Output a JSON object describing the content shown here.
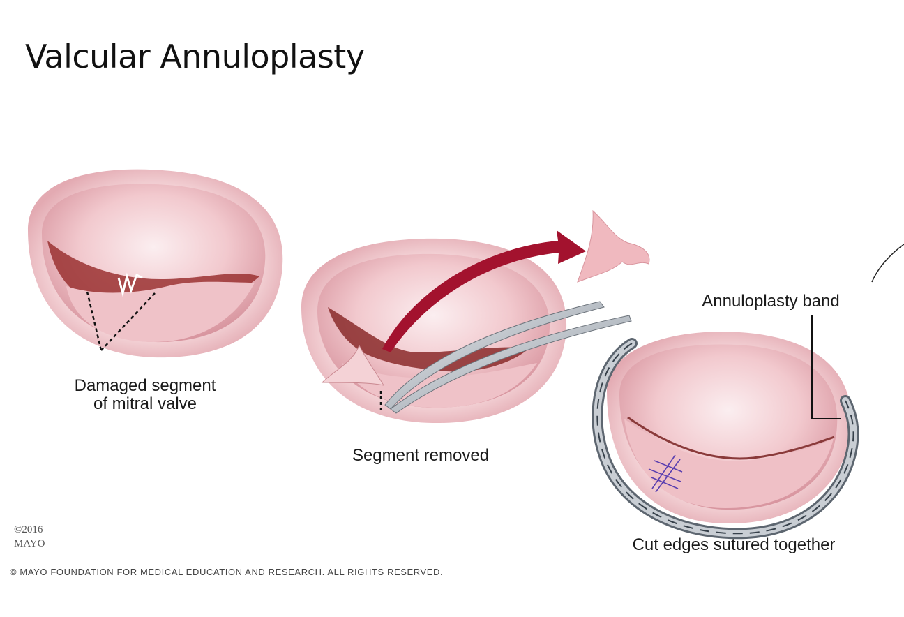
{
  "slide": {
    "title": "Valcular Annuloplasty"
  },
  "labels": {
    "damaged_line1": "Damaged segment",
    "damaged_line2": "of mitral valve",
    "removed": "Segment removed",
    "band": "Annuloplasty band",
    "sutured": "Cut edges sutured together"
  },
  "credit": {
    "year": "©2016",
    "org": "MAYO",
    "footer": "© MAYO FOUNDATION FOR MEDICAL EDUCATION AND RESEARCH. ALL RIGHTS RESERVED."
  },
  "colors": {
    "tissue": "#f3cfd3",
    "tissue_shadow": "#d99aa3",
    "gap": "#8a2a2a",
    "arrow": "#a3122e",
    "band": "#9aa3ad",
    "suture": "#5a3fb0"
  }
}
